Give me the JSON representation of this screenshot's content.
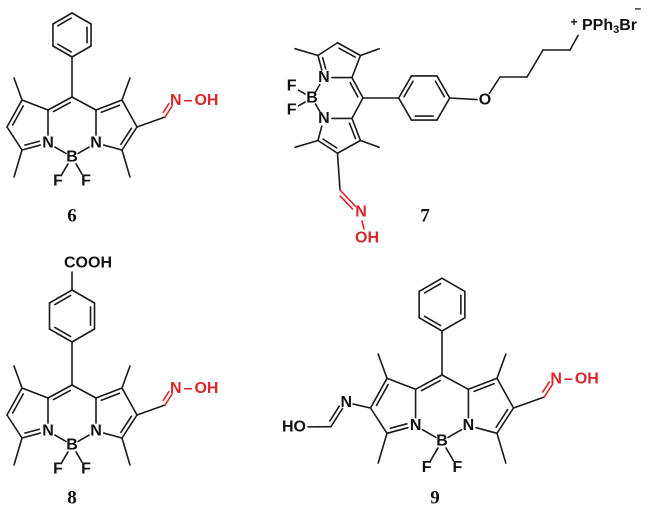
{
  "atoms": {
    "N": "N",
    "B": "B",
    "F": "F"
  },
  "oxime": {
    "n": "N",
    "dash": "–",
    "oh": "OH"
  },
  "compounds": [
    {
      "label": "6"
    },
    {
      "label": "7",
      "ether_o": "O",
      "cation": "+",
      "phosphonium": "PPh",
      "sub3": "3",
      "bromide": "Br",
      "anion": "–"
    },
    {
      "label": "8",
      "acid": "COOH"
    },
    {
      "label": "9",
      "imine_n": "N",
      "hydroxy": "HO"
    }
  ],
  "colors": {
    "bond": "#1a1a1a",
    "oxime": "#d7262e"
  }
}
